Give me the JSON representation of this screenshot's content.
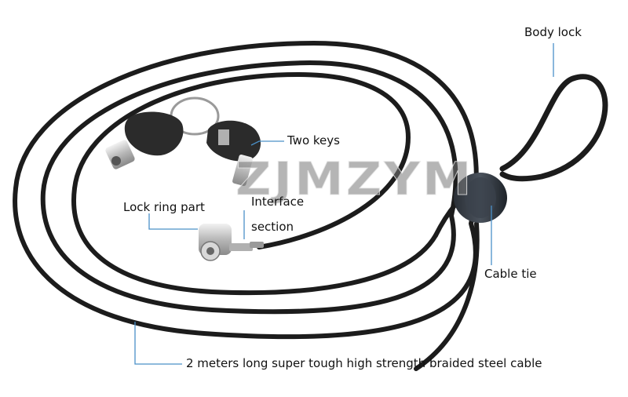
{
  "labels": {
    "body_lock": "Body lock",
    "two_keys": "Two keys",
    "lock_ring_part": "Lock ring part",
    "interface_section_line1": "Interface",
    "interface_section_line2": "section",
    "cable_tie": "Cable tie",
    "cable_description": "2 meters long super tough high strength braided steel cable"
  },
  "watermark": "ZJMZYM",
  "colors": {
    "cable": "#1c1c1c",
    "leader_line": "#4a90c8",
    "keys": "#2b2b2b",
    "metal": "#c8c8c8",
    "background": "#ffffff"
  }
}
